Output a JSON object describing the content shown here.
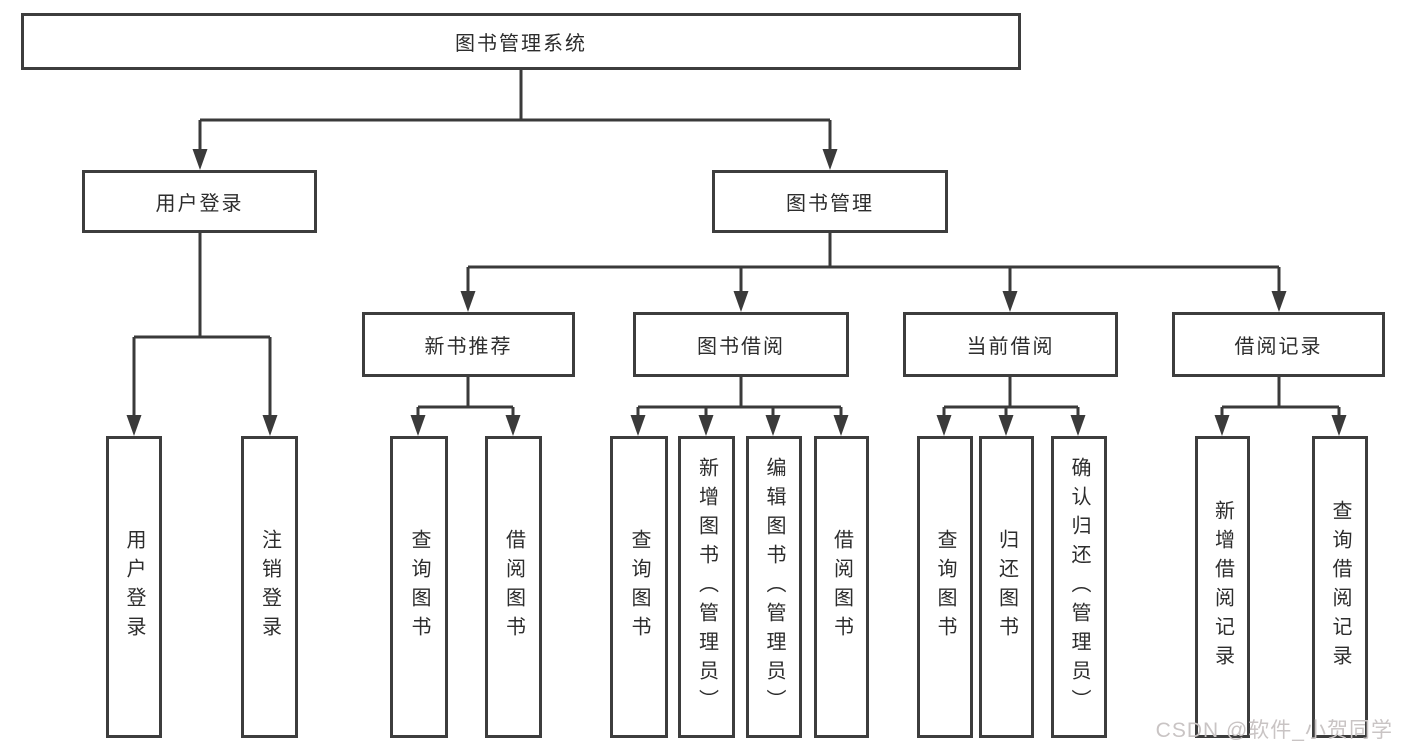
{
  "diagram": {
    "root": {
      "label": "图书管理系统"
    },
    "level2": [
      {
        "label": "用户登录"
      },
      {
        "label": "图书管理"
      }
    ],
    "level3": [
      {
        "label": "新书推荐"
      },
      {
        "label": "图书借阅"
      },
      {
        "label": "当前借阅"
      },
      {
        "label": "借阅记录"
      }
    ],
    "leaves": [
      {
        "label": "用户登录",
        "parent": "用户登录"
      },
      {
        "label": "注销登录",
        "parent": "用户登录"
      },
      {
        "label": "查询图书",
        "parent": "新书推荐"
      },
      {
        "label": "借阅图书",
        "parent": "新书推荐"
      },
      {
        "label": "查询图书",
        "parent": "图书借阅"
      },
      {
        "label": "新增图书（管理员）",
        "parent": "图书借阅"
      },
      {
        "label": "编辑图书（管理员）",
        "parent": "图书借阅"
      },
      {
        "label": "借阅图书",
        "parent": "图书借阅"
      },
      {
        "label": "查询图书",
        "parent": "当前借阅"
      },
      {
        "label": "归还图书",
        "parent": "当前借阅"
      },
      {
        "label": "确认归还（管理员）",
        "parent": "当前借阅"
      },
      {
        "label": "新增借阅记录",
        "parent": "借阅记录"
      },
      {
        "label": "查询借阅记录",
        "parent": "借阅记录"
      }
    ]
  },
  "watermark": {
    "text": "CSDN @软件_小贺同学"
  },
  "colors": {
    "line": "#3a3a3a",
    "box_border": "#3d3d3d",
    "text": "#2d2d2d",
    "watermark": "#c9c4c4",
    "background": "#ffffff"
  }
}
